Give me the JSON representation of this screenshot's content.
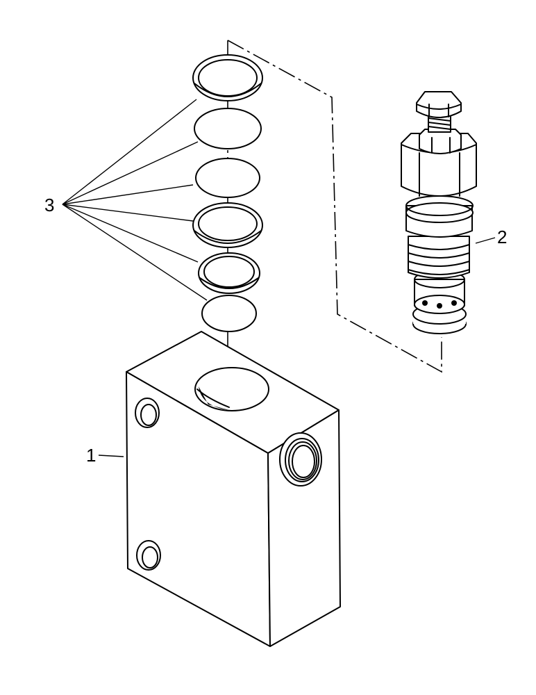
{
  "callouts": {
    "block": "1",
    "cartridge": "2",
    "seals": "3"
  }
}
